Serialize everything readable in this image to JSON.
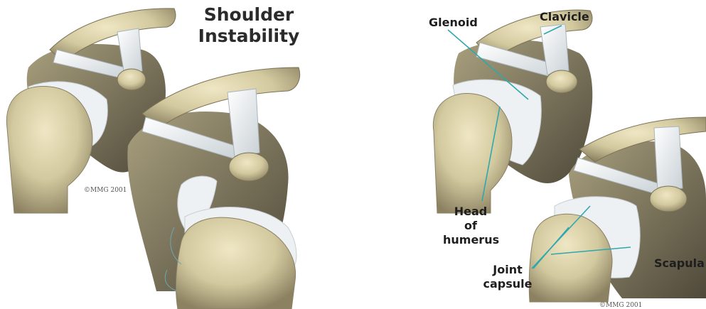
{
  "title": {
    "line1": "Shoulder",
    "line2": "Instability"
  },
  "labels": {
    "glenoid": "Glenoid",
    "clavicle": "Clavicle",
    "head_of_humerus": [
      "Head",
      "of",
      "humerus"
    ],
    "joint_capsule": [
      "Joint",
      "capsule"
    ],
    "scapula": "Scapula"
  },
  "copyrights": {
    "left": "©MMG 2001",
    "right": "©MMG 2001"
  },
  "colors": {
    "bone": "#d8cfa8",
    "bone_shadow": "#8f8566",
    "bone_dark": "#4e4838",
    "ligament": "#e8ecef",
    "capsule": "#f2f4f6",
    "leader_line": "#2fa7ad"
  }
}
